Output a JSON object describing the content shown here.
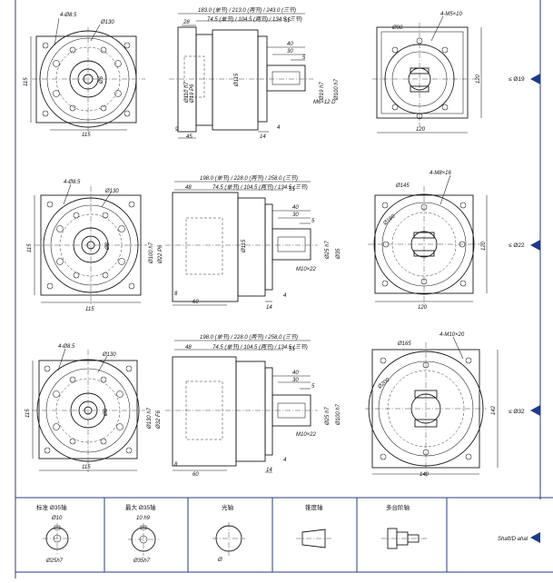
{
  "rows": [
    {
      "front": {
        "holes": "4-Ø8.5",
        "pcd": "Ø130",
        "side": "115",
        "width": "115",
        "center": "Ø6"
      },
      "side": {
        "total": "183.0 (单节) / 213.0 (两节) / 243.0 (三节)",
        "partial": "74.5 (单节) / 104.5 (两节) / 134.5 (三节)",
        "len": "55",
        "flange": "28",
        "d1": "Ø110 h7",
        "d2": "Ø19 P6",
        "d3": "Ø115",
        "key1": "40",
        "key2": "30",
        "key3": "5",
        "shaft": "Ø19 h7",
        "s2": "Ø100 h7",
        "thread": "M6×12 D",
        "w1": "45",
        "w2": "14",
        "w3": "4",
        "w4": "9"
      },
      "end": {
        "thread": "4-M5×10",
        "d": "Ø90",
        "side": "120",
        "width": "120"
      },
      "spec": "≤ Ø19"
    },
    {
      "front": {
        "holes": "4-Ø8.5",
        "pcd": "Ø130",
        "side": "115",
        "width": "115",
        "center": "Ø8"
      },
      "side": {
        "total": "198.0 (单节) / 228.0 (两节) / 258.0 (三节)",
        "partial": "74.5 (单节) / 104.5 (两节) / 134.5 (三节)",
        "len": "55",
        "flange": "48",
        "d1": "Ø100 h7",
        "d2": "Ø22 P6",
        "d3": "Ø115",
        "key1": "40",
        "key2": "30",
        "key3": "5",
        "shaft": "Ø25 h7",
        "s2": "Ø35",
        "thread": "M10×22",
        "w1": "60",
        "w2": "14",
        "w3": "4",
        "w4": "8"
      },
      "end": {
        "thread": "4-M8×16",
        "d": "Ø145",
        "side": "120",
        "width": "120",
        "other": "Ø160"
      },
      "spec": "≤ Ø22"
    },
    {
      "front": {
        "holes": "4-Ø8.5",
        "pcd": "Ø130",
        "side": "115",
        "width": "115",
        "center": "Ø8"
      },
      "side": {
        "total": "198.0 (单节) / 228.0 (两节) / 258.0 (三节)",
        "partial": "74.5 (单节) / 104.5 (两节) / 134.5 (三节)",
        "len": "55",
        "flange": "48",
        "d1": "Ø130 h7",
        "d2": "Ø32 F6",
        "d3": "",
        "key1": "40",
        "key2": "30",
        "key3": "5",
        "shaft": "Ø25 h7",
        "s2": "Ø100 h7",
        "thread": "M10×22",
        "w1": "60",
        "w2": "14",
        "w3": "4",
        "w4": "8"
      },
      "end": {
        "thread": "4-M10×20",
        "d": "Ø165",
        "side": "142",
        "width": "140",
        "other": "Ø200"
      },
      "spec": "≤ Ø32"
    }
  ],
  "shafts": [
    {
      "title": "标准 Ø35轴",
      "top": "Ø10",
      "side": "Ø25h7"
    },
    {
      "title": "最大 Ø35轴",
      "top": "10 h9",
      "side": "Ø35h7"
    },
    {
      "title": "光轴",
      "top": "",
      "side": "Ø"
    },
    {
      "title": "锥度轴",
      "top": "",
      "side": ""
    },
    {
      "title": "多台阶轴",
      "top": "",
      "side": ""
    }
  ],
  "shaft_label": "Shaft/D ahal",
  "accent": "#1f3a8a"
}
